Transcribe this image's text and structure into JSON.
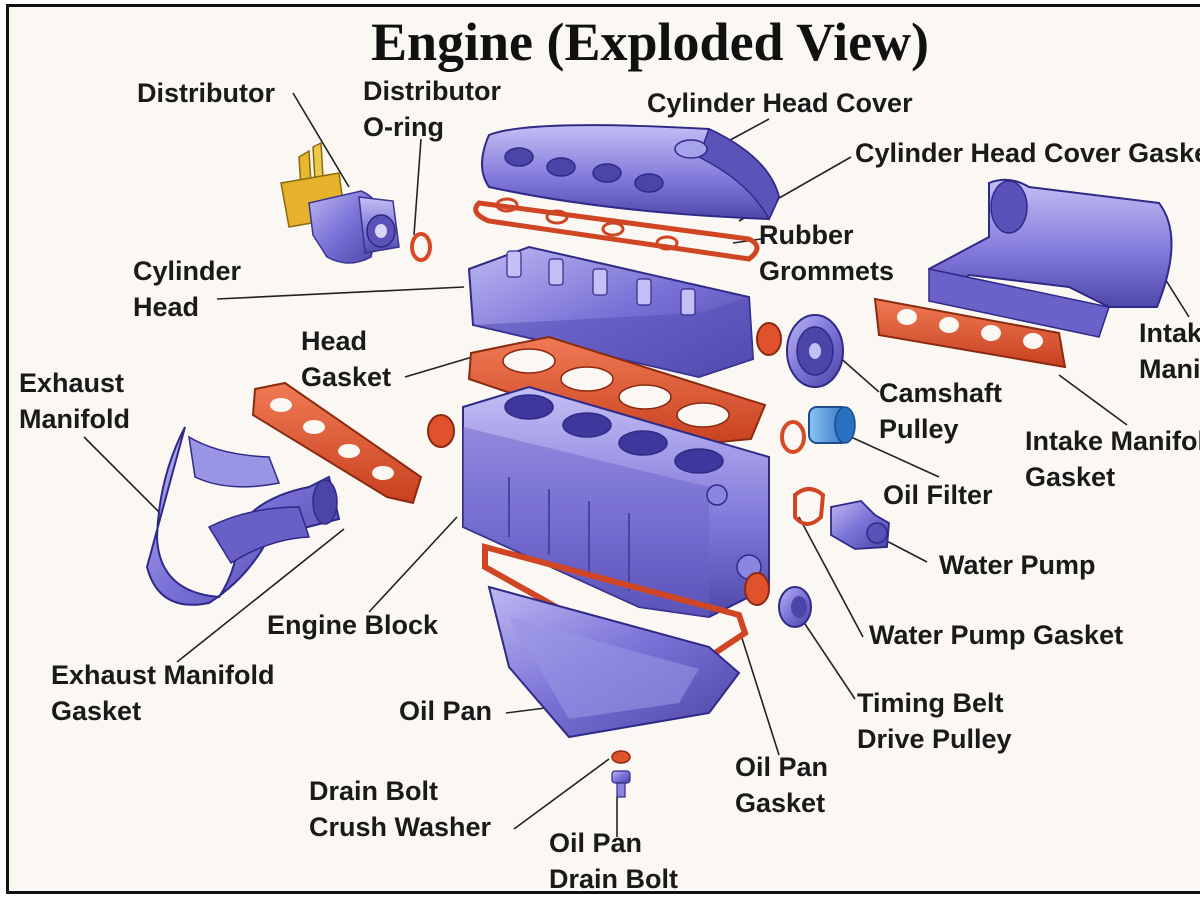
{
  "title": "Engine (Exploded View)",
  "colors": {
    "metal": "#7a72d6",
    "metal_dark": "#4c45a8",
    "metal_light": "#b9b4f0",
    "gasket": "#e2502c",
    "gasket_dark": "#a8321a",
    "filter_blue": "#3a8ee0",
    "yellow": "#e8b830",
    "leader": "#222222"
  },
  "labels": {
    "distributor": "Distributor",
    "distributor_oring_1": "Distributor",
    "distributor_oring_2": "O-ring",
    "cylinder_head_cover": "Cylinder Head Cover",
    "cylinder_head_cover_gasket": "Cylinder Head Cover Gasket",
    "rubber_grommets_1": "Rubber",
    "rubber_grommets_2": "Grommets",
    "cylinder_head_1": "Cylinder",
    "cylinder_head_2": "Head",
    "head_gasket_1": "Head",
    "head_gasket_2": "Gasket",
    "exhaust_manifold_1": "Exhaust",
    "exhaust_manifold_2": "Manifold",
    "intake_manifold_1": "Intake",
    "intake_manifold_2": "Manifold",
    "camshaft_pulley_1": "Camshaft",
    "camshaft_pulley_2": "Pulley",
    "intake_manifold_gasket_1": "Intake Manifold",
    "intake_manifold_gasket_2": "Gasket",
    "oil_filter": "Oil Filter",
    "water_pump": "Water Pump",
    "engine_block": "Engine Block",
    "water_pump_gasket": "Water Pump Gasket",
    "exhaust_manifold_gasket_1": "Exhaust Manifold",
    "exhaust_manifold_gasket_2": "Gasket",
    "oil_pan": "Oil Pan",
    "timing_belt_1": "Timing Belt",
    "timing_belt_2": "Drive Pulley",
    "oil_pan_gasket_1": "Oil Pan",
    "oil_pan_gasket_2": "Gasket",
    "drain_bolt_washer_1": "Drain Bolt",
    "drain_bolt_washer_2": "Crush Washer",
    "oil_pan_drain_bolt_1": "Oil Pan",
    "oil_pan_drain_bolt_2": "Drain Bolt"
  }
}
